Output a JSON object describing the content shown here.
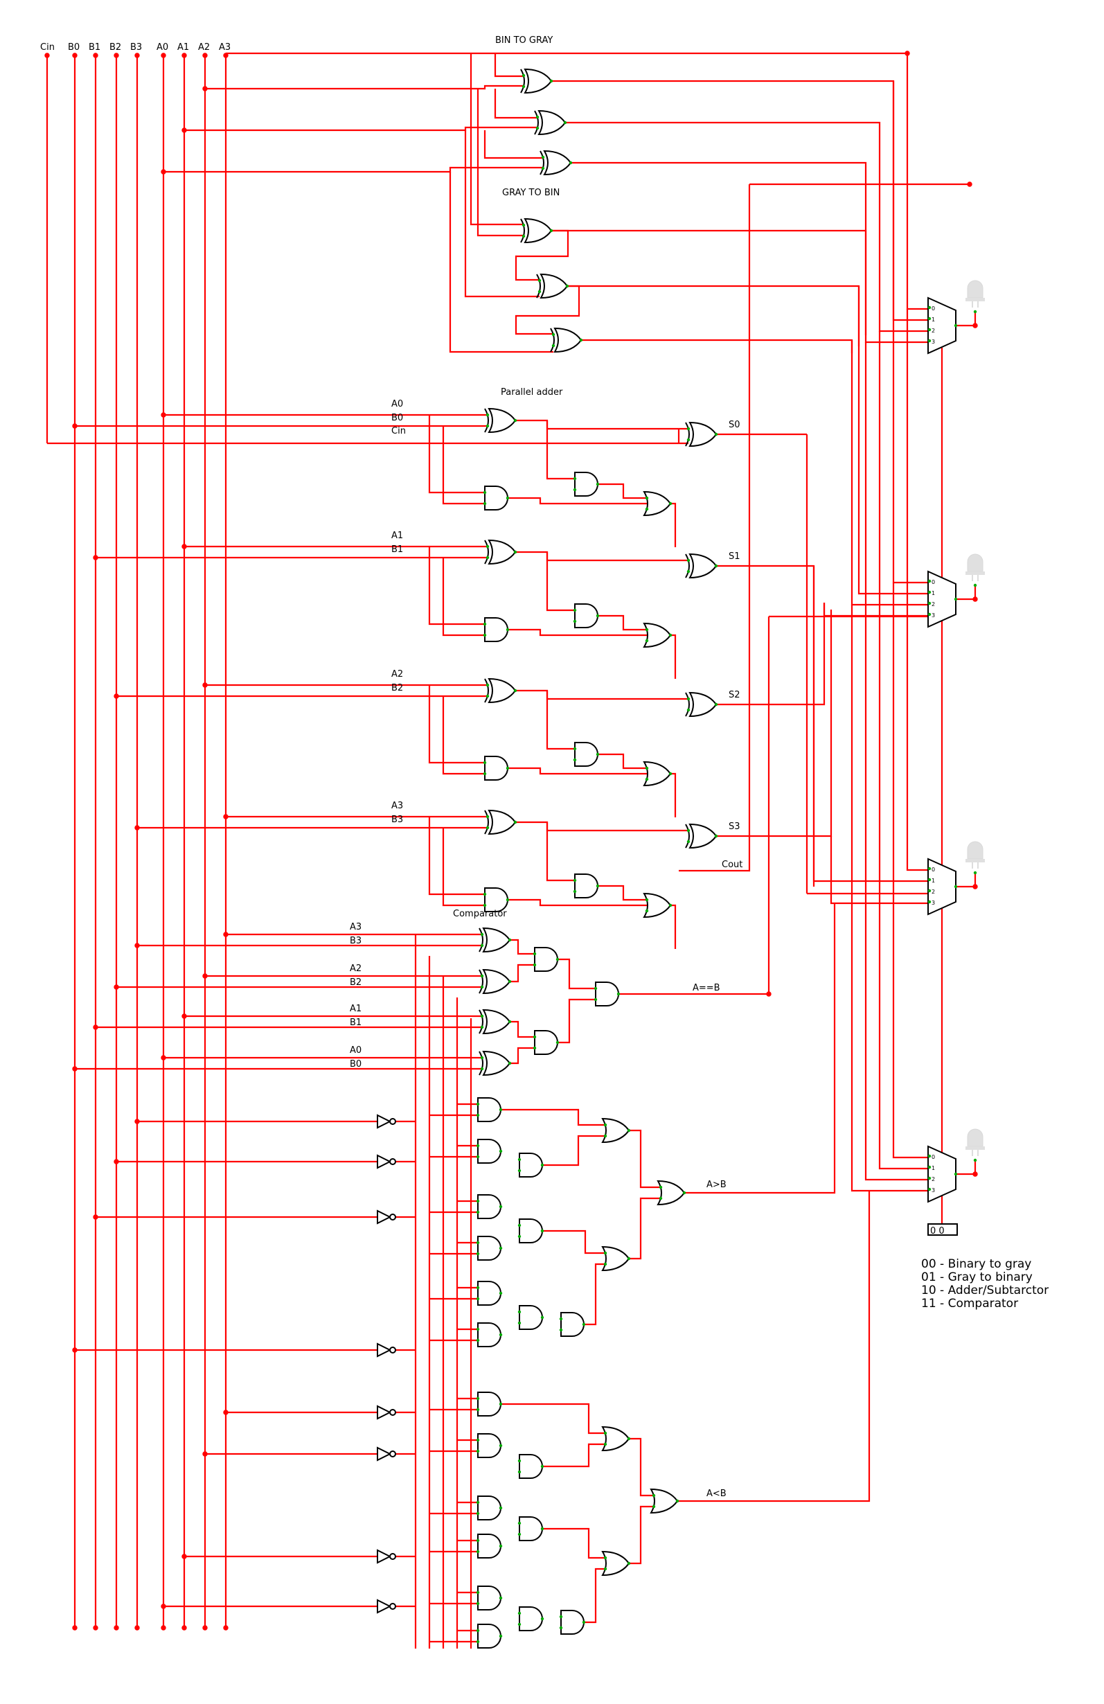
{
  "colors": {
    "wire": "#ff0000",
    "gate": "#000000",
    "pin": "#00aa00",
    "led_off": "#e0e0e0",
    "background": "#ffffff"
  },
  "inputs": [
    "Cin",
    "B0",
    "B1",
    "B2",
    "B3",
    "A0",
    "A1",
    "A2",
    "A3"
  ],
  "sections": {
    "bin_to_gray": "BIN TO GRAY",
    "gray_to_bin": "GRAY TO BIN",
    "parallel_adder": "Parallel adder",
    "comparator": "Comparator"
  },
  "adder_labels": {
    "bit0": [
      "A0",
      "B0",
      "Cin"
    ],
    "bit1": [
      "A1",
      "B1"
    ],
    "bit2": [
      "A2",
      "B2"
    ],
    "bit3": [
      "A3",
      "B3"
    ]
  },
  "adder_outputs": [
    "S0",
    "S1",
    "S2",
    "S3",
    "Cout"
  ],
  "comparator_labels": [
    "A3",
    "B3",
    "A2",
    "B2",
    "A1",
    "B1",
    "A0",
    "B0"
  ],
  "comparator_outputs": [
    "A==B",
    "A>B",
    "A<B"
  ],
  "selector": {
    "value": "0 0"
  },
  "legend": [
    "00 - Binary to gray",
    "01 - Gray to binary",
    "10 - Adder/Subtarctor",
    "11 - Comparator"
  ],
  "mux_pins": [
    "0",
    "1",
    "2",
    "3"
  ],
  "icons": [
    "xor-gate-icon",
    "and-gate-icon",
    "or-gate-icon",
    "not-gate-icon",
    "mux-icon",
    "led-icon"
  ]
}
